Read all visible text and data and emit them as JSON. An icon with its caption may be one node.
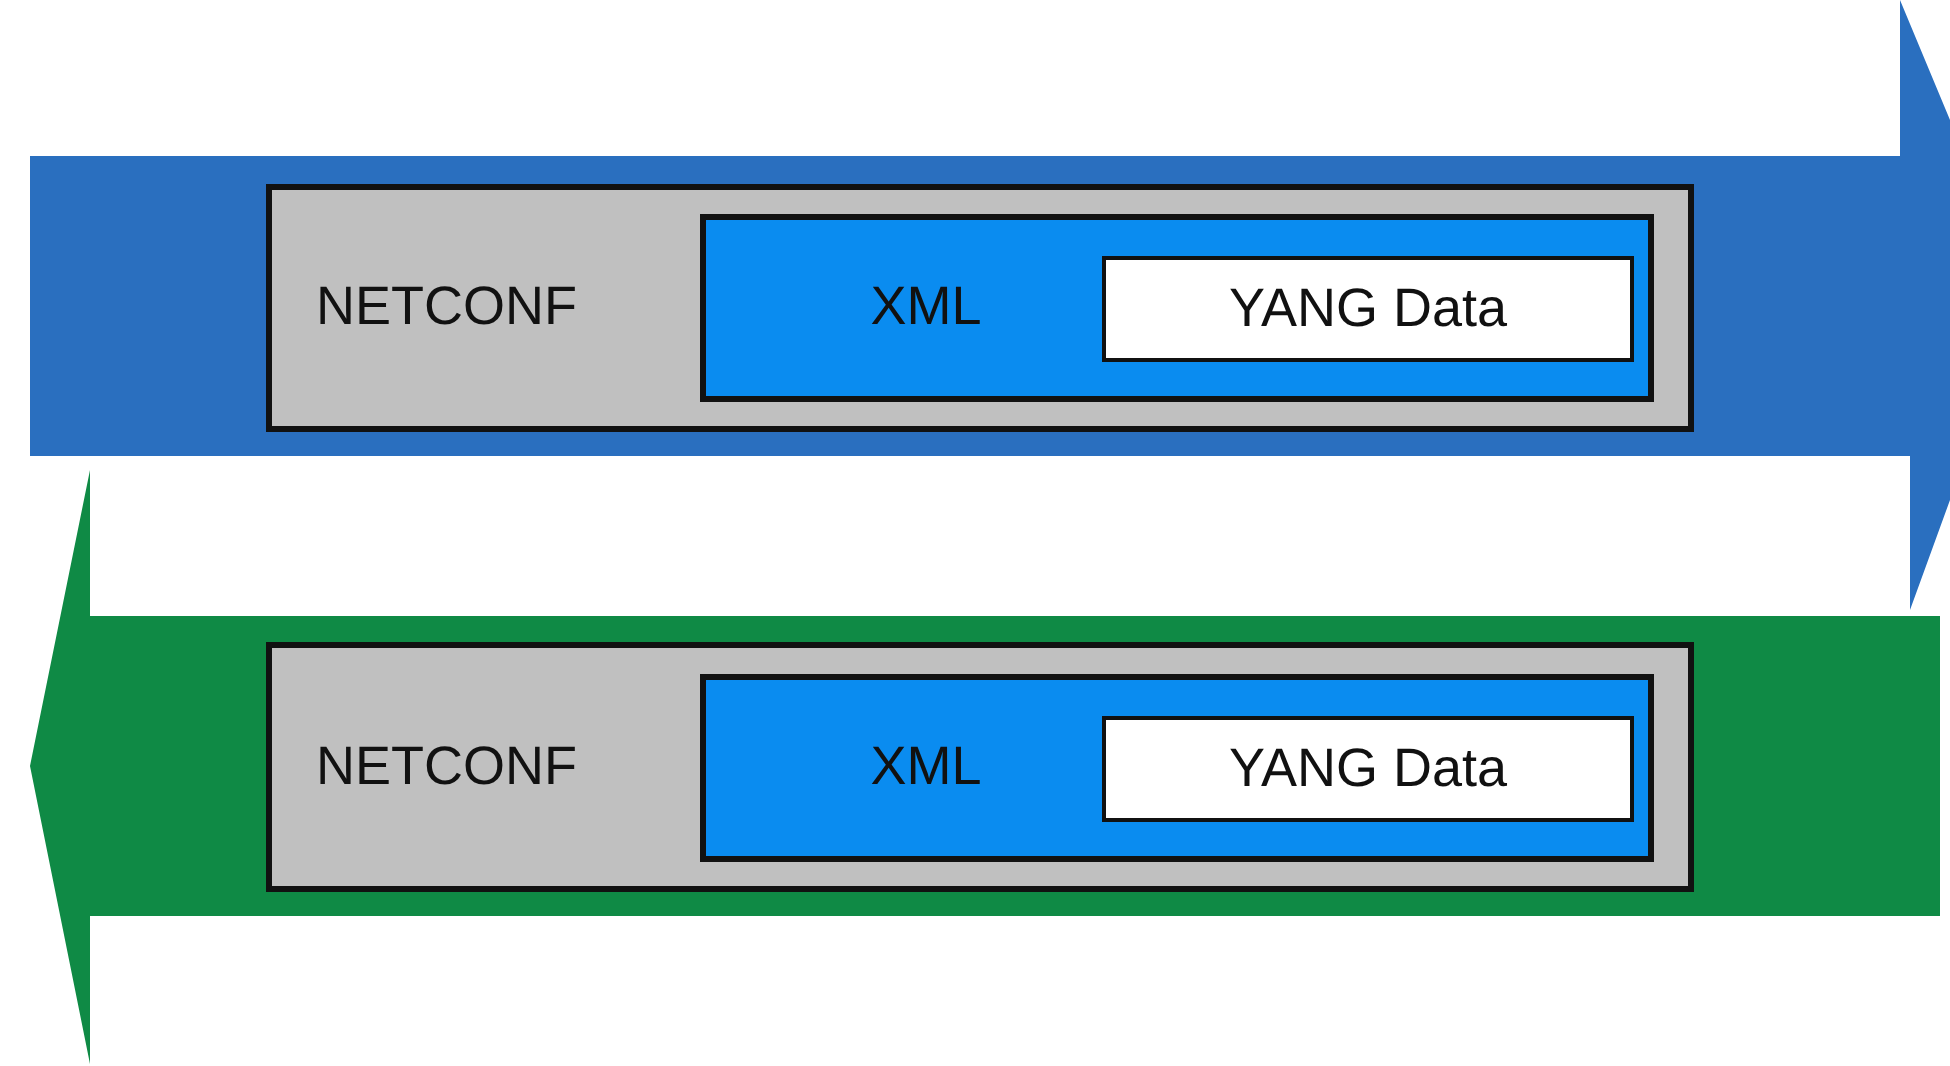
{
  "diagram": {
    "nodes": [
      {
        "text": [
          "NETCONF"
        ]
      },
      {
        "text": [
          "XML"
        ],
        "in": 0
      },
      {
        "text": [
          "YANG Data"
        ],
        "in": 1
      },
      {
        "text": [
          "NETCONF"
        ]
      },
      {
        "text": [
          "XML"
        ],
        "in": 3
      },
      {
        "text": [
          "YANG Data"
        ],
        "in": 4
      }
    ]
  }
}
